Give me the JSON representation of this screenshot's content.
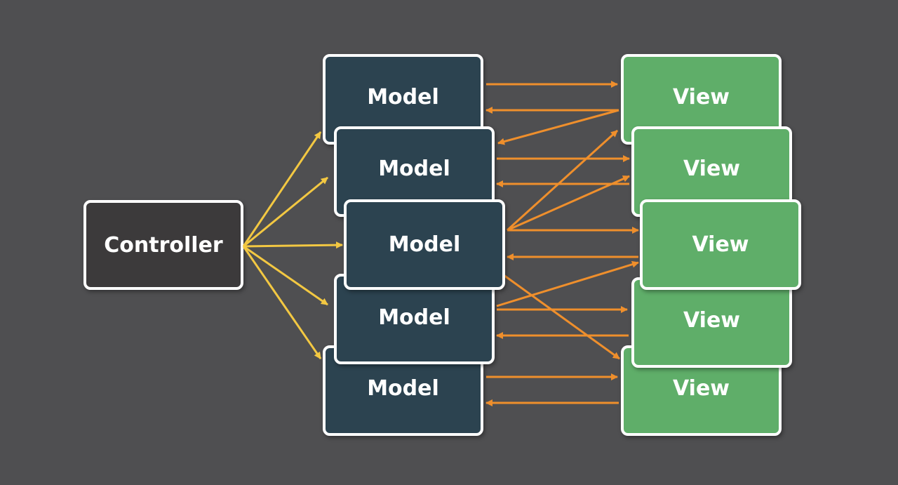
{
  "controller": {
    "label": "Controller"
  },
  "models": [
    {
      "label": "Model"
    },
    {
      "label": "Model"
    },
    {
      "label": "Model"
    },
    {
      "label": "Model"
    },
    {
      "label": "Model"
    }
  ],
  "views": [
    {
      "label": "View"
    },
    {
      "label": "View"
    },
    {
      "label": "View"
    },
    {
      "label": "View"
    },
    {
      "label": "View"
    }
  ],
  "colors": {
    "background": "#4f4f51",
    "controller_fill": "#3c3a3b",
    "model_fill": "#2c4350",
    "view_fill": "#5fae69",
    "border": "#ffffff",
    "controller_arrow": "#f3c842",
    "model_view_arrow": "#ef8f2c"
  }
}
